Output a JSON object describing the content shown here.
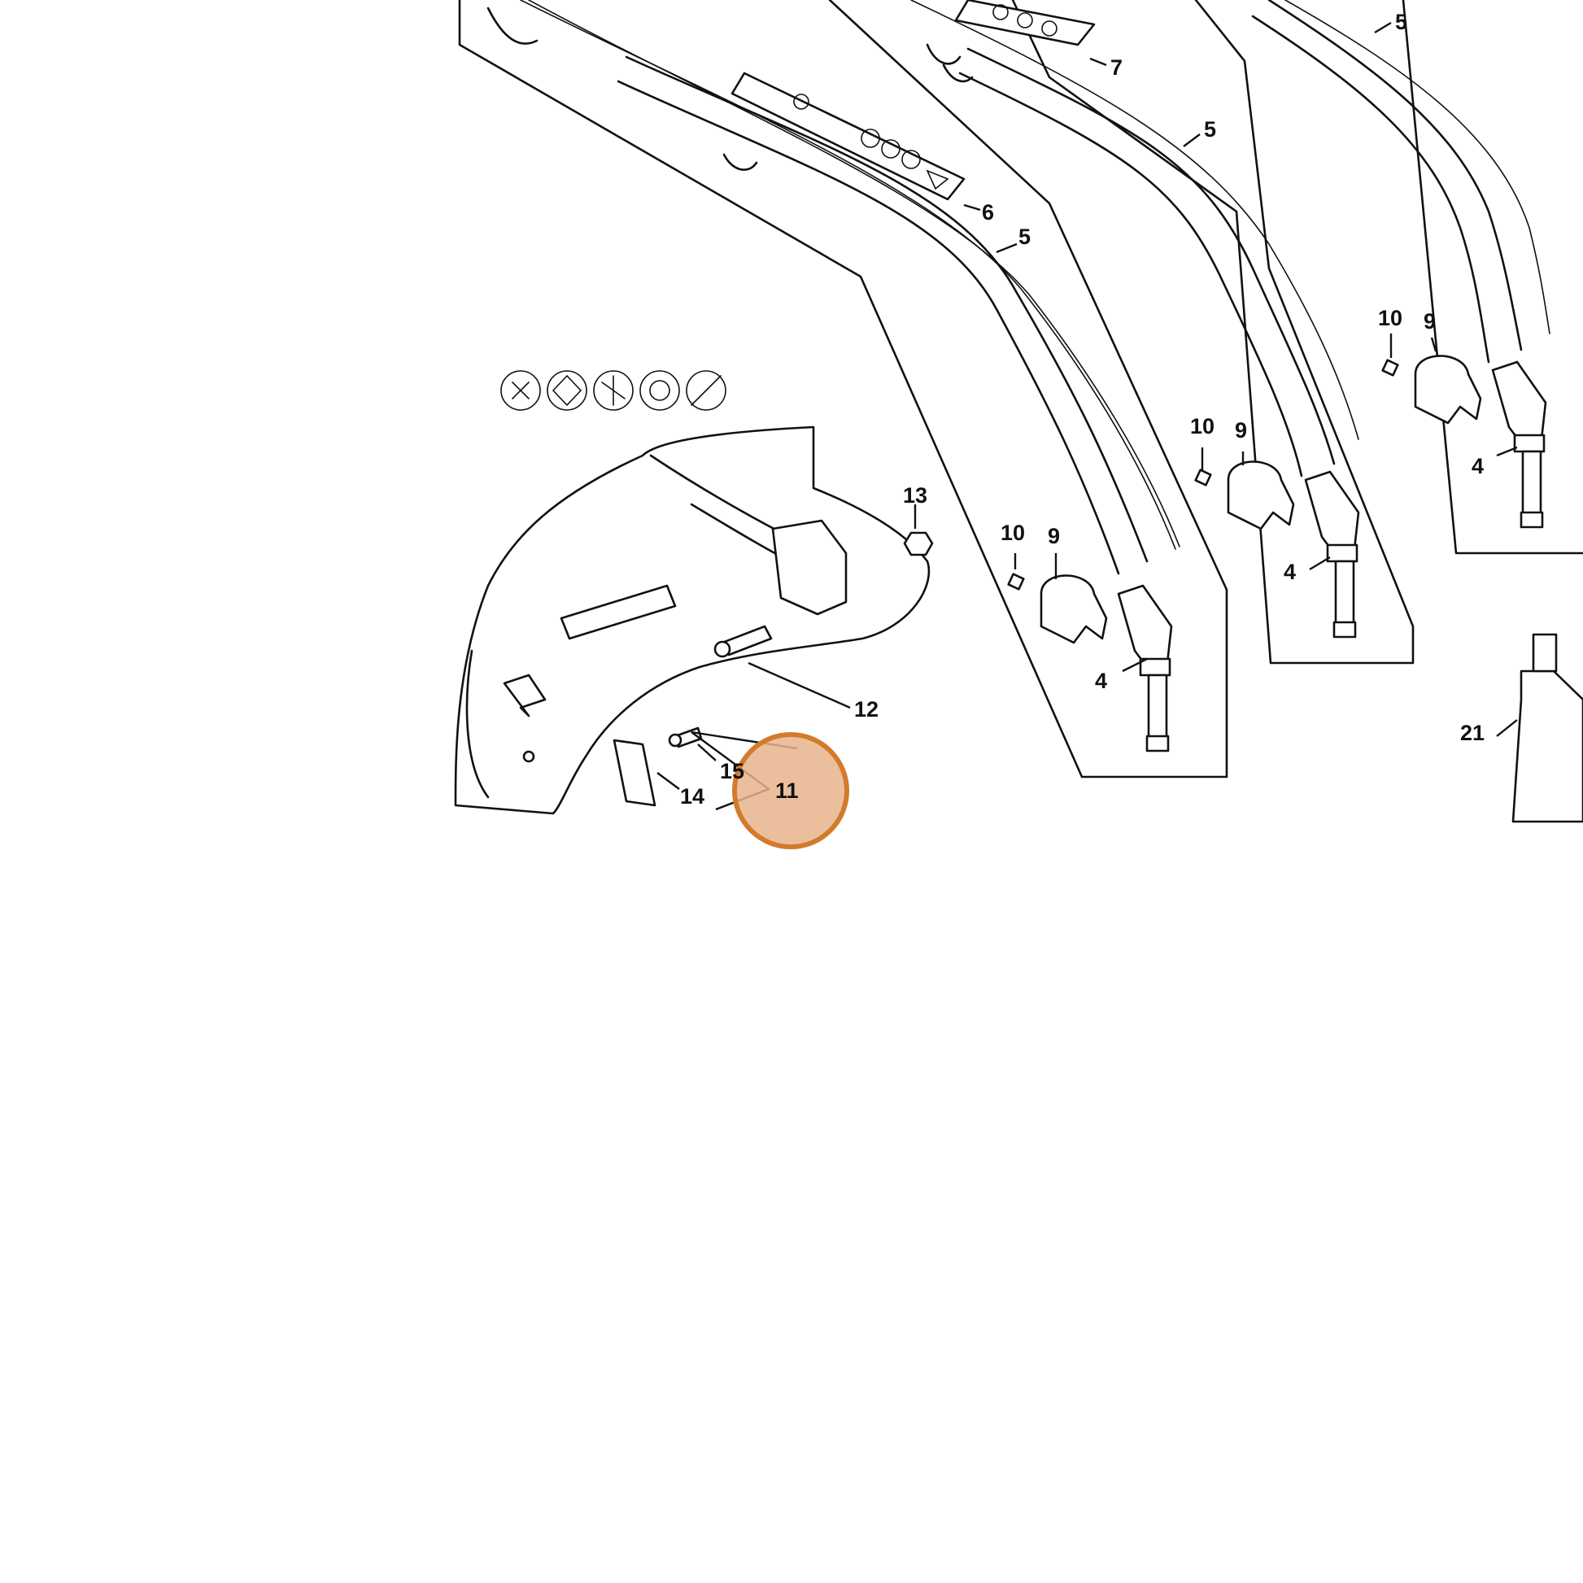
{
  "diagram": {
    "callouts": [
      {
        "id": "c1",
        "text": "5"
      },
      {
        "id": "c2",
        "text": "7"
      },
      {
        "id": "c3",
        "text": "5"
      },
      {
        "id": "c4",
        "text": "6"
      },
      {
        "id": "c5",
        "text": "5"
      },
      {
        "id": "c6",
        "text": "10"
      },
      {
        "id": "c7",
        "text": "9"
      },
      {
        "id": "c8",
        "text": "4"
      },
      {
        "id": "c9",
        "text": "10"
      },
      {
        "id": "c10",
        "text": "9"
      },
      {
        "id": "c11",
        "text": "4"
      },
      {
        "id": "c12",
        "text": "10"
      },
      {
        "id": "c13",
        "text": "9"
      },
      {
        "id": "c14",
        "text": "4"
      },
      {
        "id": "c15",
        "text": "13"
      },
      {
        "id": "c16",
        "text": "12"
      },
      {
        "id": "c17",
        "text": "15"
      },
      {
        "id": "c18",
        "text": "14"
      },
      {
        "id": "c19",
        "text": "11"
      },
      {
        "id": "c20",
        "text": "21"
      }
    ],
    "highlight": {
      "label": "11",
      "color": "#d9813c"
    },
    "colors": {
      "line": "#111111",
      "background": "#ffffff",
      "highlight_fill": "#e8b48c",
      "highlight_stroke": "#d27b2c"
    }
  }
}
